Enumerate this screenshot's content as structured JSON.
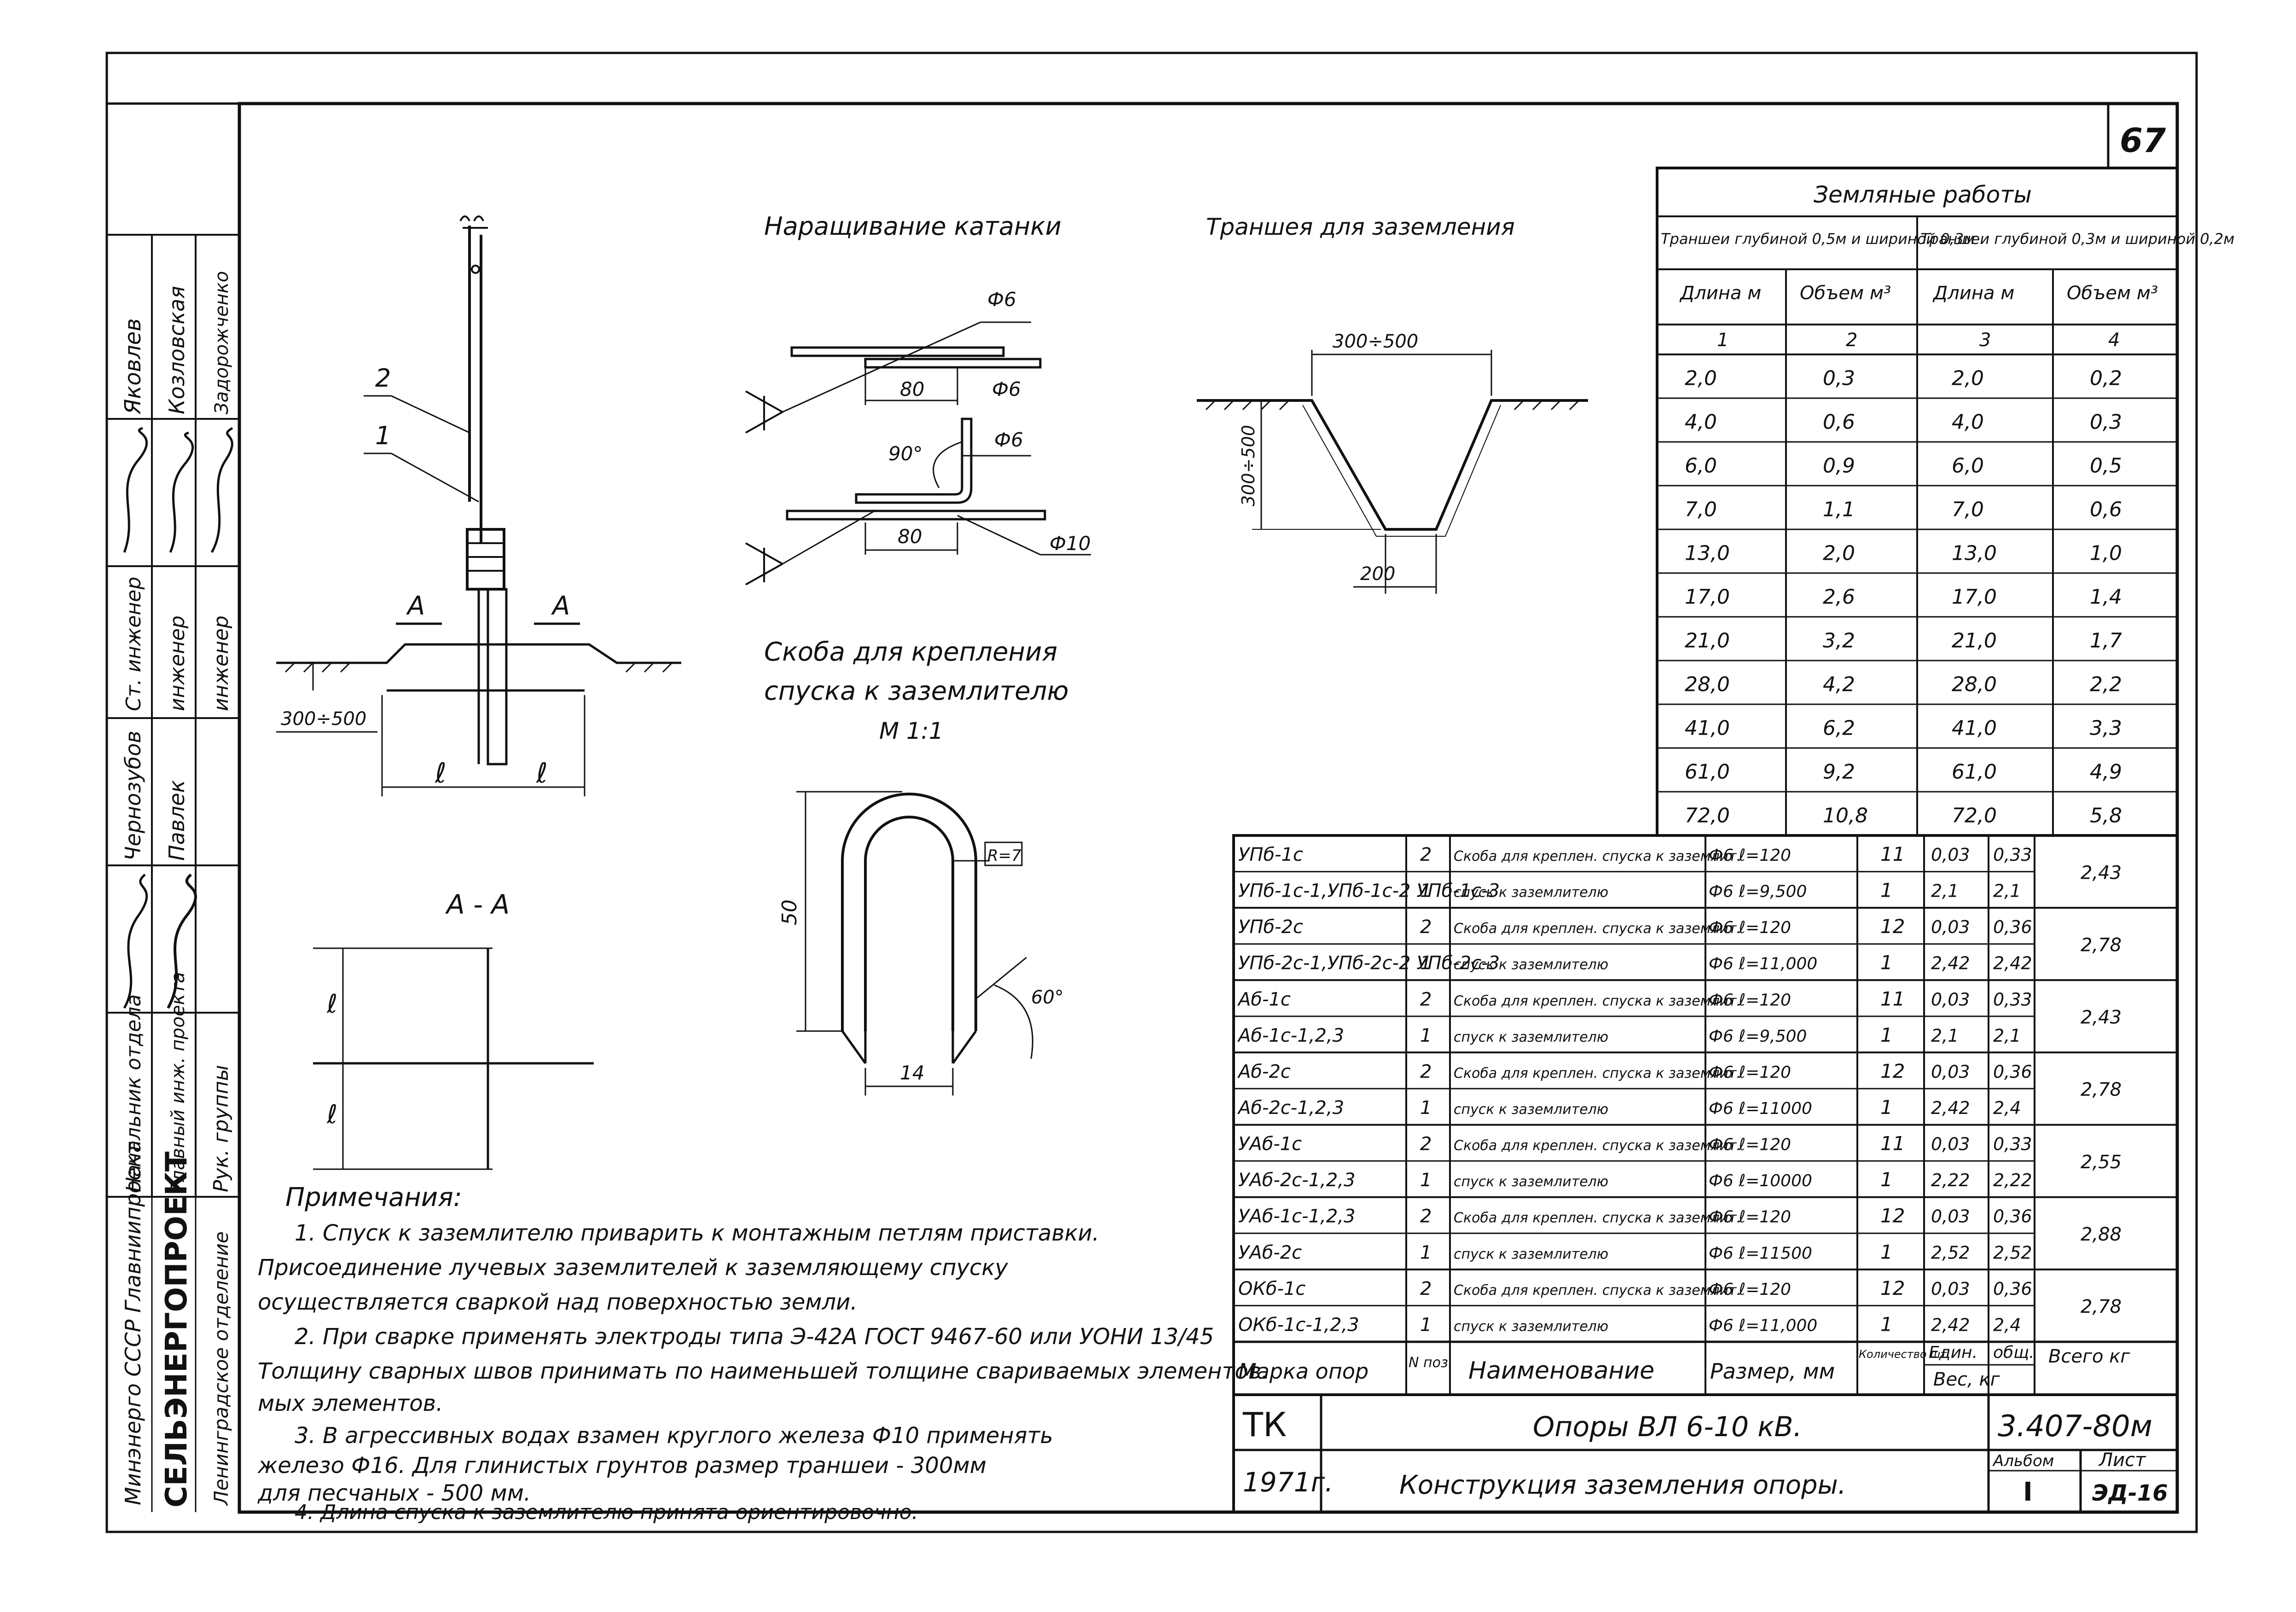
{
  "sheet": {
    "page_number": "67",
    "stamp_code": "ТК",
    "year": "1971г.",
    "project_title": "Опоры ВЛ 6-10 кВ.",
    "sheet_title": "Конструкция заземления опоры.",
    "designation": "3.407-80м",
    "album_label": "Альбом",
    "album_value": "I",
    "sheet_label": "Лист",
    "sheet_value": "ЭД-16"
  },
  "side_block": {
    "org_top": "Минэнерго СССР Главниипроект",
    "org_brand": "СЕЛЬЭНЕРГОПРОЕКТ",
    "org_dept": "Ленинградское отделение",
    "roles": [
      {
        "role": "Нач. отдела",
        "name": "Яковлев"
      },
      {
        "role": "Гл. инж. проекта",
        "name": "Козловская"
      },
      {
        "role": "Рук. группы",
        "name": "Задорожченко"
      },
      {
        "role": "Ст. инженер",
        "name": "Чернозубов"
      },
      {
        "role": "инженер",
        "name": "Павлек"
      },
      {
        "role": "инженер",
        "name": ""
      }
    ],
    "role_labels": {
      "head": "Начальник отдела",
      "chief": "Главный инж. проекта",
      "group": "Рук. группы",
      "senior": "Ст. инженер",
      "eng1": "инженер",
      "eng2": "инженер"
    },
    "names": {
      "n1": "Яковлев",
      "n2": "Козловская",
      "n3": "Задорожченко",
      "n4": "Чернозубов",
      "n5": "Павлек"
    }
  },
  "drawings": {
    "extension_title": "Наращивание катанки",
    "trench_title": "Траншея для заземления",
    "bracket_title_1": "Скоба для крепления",
    "bracket_title_2": "спуска к заземлителю",
    "bracket_scale": "М 1:1",
    "section_label": "А - А",
    "cut_a_left": "А",
    "cut_a_right": "А",
    "pos_1": "1",
    "pos_2": "2",
    "len_l": "ℓ",
    "depth_dim": "300÷500",
    "trench_top": "300÷500",
    "trench_depth": "300÷500",
    "trench_bottom": "200",
    "phi6_a": "Ф6",
    "phi6_b": "Ф6",
    "phi6_c": "Ф6",
    "phi10": "Ф10",
    "dim_80_a": "80",
    "dim_80_b": "80",
    "angle_90": "90°",
    "bracket_r": "R=7",
    "bracket_h": "50",
    "bracket_w": "14",
    "bracket_angle": "60°"
  },
  "notes": {
    "title": "Примечания:",
    "lines": [
      "1. Спуск к заземлителю приварить к монтажным петлям приставки.",
      "Присоединение лучевых заземлителей к заземляющему спуску",
      "осуществляется сваркой над поверхностью земли.",
      "2. При сварке применять электроды типа Э-42А ГОСТ 9467-60 или УОНИ 13/45",
      "Толщину сварных швов принимать по наименьшей толщине свариваемых элементов.",
      "мых элементов.",
      "3. В агрессивных водах взамен круглого железа Ф10 применять",
      "железо Ф16. Для глинистых грунтов размер траншеи - 300мм",
      "для песчаных - 500 мм.",
      "4. Длина спуска к заземлителю принята ориентировочно."
    ]
  },
  "earthworks": {
    "title": "Земляные работы",
    "group1": "Траншеи глубиной 0,5м и шириной 0,3м",
    "group2": "Траншеи глубиной 0,3м и шириной 0,2м",
    "col_length": "Длина м",
    "col_volume": "Объем м³",
    "col_nums": [
      "1",
      "2",
      "3",
      "4"
    ],
    "rows": [
      [
        "2,0",
        "0,3",
        "2,0",
        "0,2"
      ],
      [
        "4,0",
        "0,6",
        "4,0",
        "0,3"
      ],
      [
        "6,0",
        "0,9",
        "6,0",
        "0,5"
      ],
      [
        "7,0",
        "1,1",
        "7,0",
        "0,6"
      ],
      [
        "13,0",
        "2,0",
        "13,0",
        "1,0"
      ],
      [
        "17,0",
        "2,6",
        "17,0",
        "1,4"
      ],
      [
        "21,0",
        "3,2",
        "21,0",
        "1,7"
      ],
      [
        "28,0",
        "4,2",
        "28,0",
        "2,2"
      ],
      [
        "41,0",
        "6,2",
        "41,0",
        "3,3"
      ],
      [
        "61,0",
        "9,2",
        "61,0",
        "4,9"
      ],
      [
        "72,0",
        "10,8",
        "72,0",
        "5,8"
      ]
    ]
  },
  "spec": {
    "headers": {
      "mark": "Марка опор",
      "pos": "N поз.",
      "name": "Наименование",
      "size": "Размер, мм",
      "qty": "Количество шт",
      "unit_weight": "Един.",
      "total_weight": "общ.",
      "weight": "Вес, кг",
      "all": "Всего кг"
    },
    "groups": [
      {
        "total": "2,43",
        "rows": [
          [
            "УПб-1с",
            "2",
            "Скоба для креплен. спуска к заземлит.",
            "Ф6 ℓ=120",
            "11",
            "0,03",
            "0,33"
          ],
          [
            "УПб-1с-1,УПб-1с-2 УПб-1с-3",
            "1",
            "спуск к заземлителю",
            "Ф6 ℓ=9,500",
            "1",
            "2,1",
            "2,1"
          ]
        ]
      },
      {
        "total": "2,78",
        "rows": [
          [
            "УПб-2с",
            "2",
            "Скоба для креплен. спуска к заземлит.",
            "Ф6 ℓ=120",
            "12",
            "0,03",
            "0,36"
          ],
          [
            "УПб-2с-1,УПб-2с-2 УПб-2с-3",
            "1",
            "спуск к заземлителю",
            "Ф6 ℓ=11,000",
            "1",
            "2,42",
            "2,42"
          ]
        ]
      },
      {
        "total": "2,43",
        "rows": [
          [
            "Аб-1с",
            "2",
            "Скоба для креплен. спуска к заземлит.",
            "Ф6 ℓ=120",
            "11",
            "0,03",
            "0,33"
          ],
          [
            "Аб-1с-1,2,3",
            "1",
            "спуск к заземлителю",
            "Ф6 ℓ=9,500",
            "1",
            "2,1",
            "2,1"
          ]
        ]
      },
      {
        "total": "2,78",
        "rows": [
          [
            "Аб-2с",
            "2",
            "Скоба для креплен. спуска к заземлит.",
            "Ф6 ℓ=120",
            "12",
            "0,03",
            "0,36"
          ],
          [
            "Аб-2с-1,2,3",
            "1",
            "спуск к заземлителю",
            "Ф6 ℓ=11000",
            "1",
            "2,42",
            "2,4"
          ]
        ]
      },
      {
        "total": "2,55",
        "rows": [
          [
            "УАб-1с",
            "2",
            "Скоба для креплен. спуска к заземлит.",
            "Ф6 ℓ=120",
            "11",
            "0,03",
            "0,33"
          ],
          [
            "УАб-2с-1,2,3",
            "1",
            "спуск к заземлителю",
            "Ф6 ℓ=10000",
            "1",
            "2,22",
            "2,22"
          ]
        ]
      },
      {
        "total": "2,88",
        "rows": [
          [
            "УАб-1с-1,2,3",
            "2",
            "Скоба для креплен. спуска к заземлит.",
            "Ф6 ℓ=120",
            "12",
            "0,03",
            "0,36"
          ],
          [
            "УАб-2с",
            "1",
            "спуск к заземлителю",
            "Ф6 ℓ=11500",
            "1",
            "2,52",
            "2,52"
          ]
        ]
      },
      {
        "total": "2,78",
        "rows": [
          [
            "ОКб-1с",
            "2",
            "Скоба для креплен. спуска к заземлит.",
            "Ф6 ℓ=120",
            "12",
            "0,03",
            "0,36"
          ],
          [
            "ОКб-1с-1,2,3",
            "1",
            "спуск к заземлителю",
            "Ф6 ℓ=11,000",
            "1",
            "2,42",
            "2,4"
          ]
        ]
      }
    ]
  }
}
